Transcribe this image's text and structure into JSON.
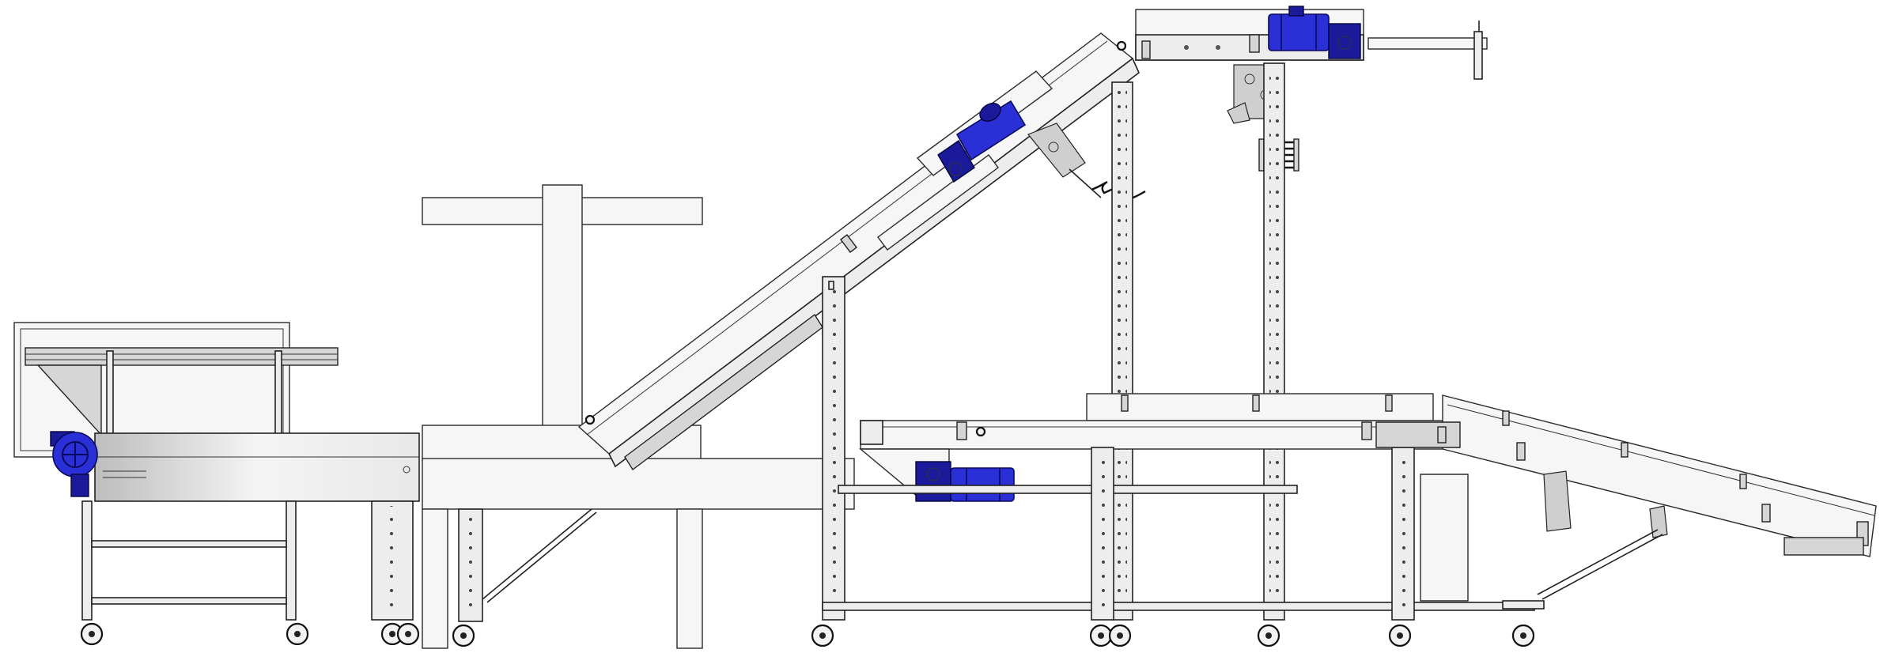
{
  "drawing": {
    "colors": {
      "frame_fill": "#ededed",
      "outline": "#222222",
      "motor_blue": "#2b2fd6",
      "background": "#ffffff"
    },
    "modules": [
      {
        "name": "infeed-belt-conveyor",
        "motor_count": 1
      },
      {
        "name": "t-stand-frame",
        "motor_count": 0
      },
      {
        "name": "incline-conveyor",
        "motor_count": 1
      },
      {
        "name": "top-discharge-conveyor",
        "motor_count": 1
      },
      {
        "name": "lower-transfer-conveyor",
        "motor_count": 1
      },
      {
        "name": "decline-outfeed-conveyor",
        "motor_count": 0
      }
    ]
  }
}
